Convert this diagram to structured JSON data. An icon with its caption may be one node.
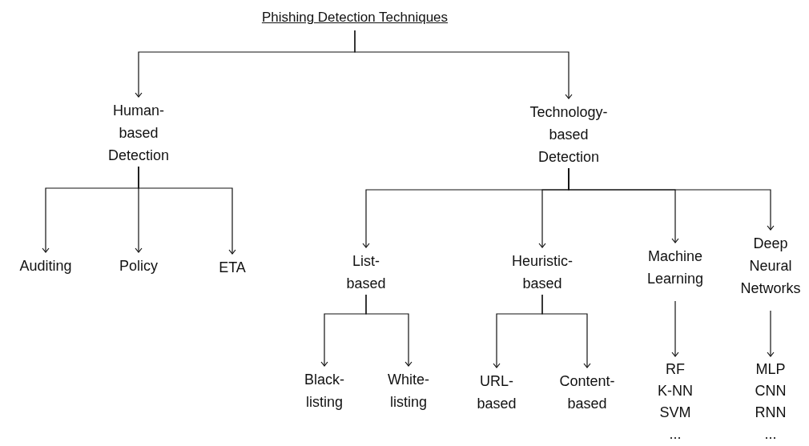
{
  "diagram": {
    "nodes": [
      {
        "text": [
          "Phishing Detection Techniques"
        ]
      },
      {
        "text": [
          "Human-based Detection"
        ]
      },
      {
        "text": [
          "Technology-based Detection"
        ]
      },
      {
        "text": [
          "Auditing"
        ]
      },
      {
        "text": [
          "Policy"
        ]
      },
      {
        "text": [
          "ETA"
        ]
      },
      {
        "text": [
          "List-based"
        ]
      },
      {
        "text": [
          "Heuristic-based"
        ]
      },
      {
        "text": [
          "Machine Learning"
        ]
      },
      {
        "text": [
          "Deep Neural Networks"
        ]
      },
      {
        "text": [
          "Black-listing"
        ]
      },
      {
        "text": [
          "White-listing"
        ]
      },
      {
        "text": [
          "URL-based"
        ]
      },
      {
        "text": [
          "Content-based"
        ]
      },
      {
        "text": [
          "RF",
          "K-NN",
          "SVM",
          "..."
        ]
      },
      {
        "text": [
          "MLP",
          "CNN",
          "RNN",
          "..."
        ]
      }
    ],
    "edges": [
      {
        "from": 0,
        "to": 1,
        "arrow": "to"
      },
      {
        "from": 0,
        "to": 2,
        "arrow": "to"
      },
      {
        "from": 1,
        "to": 3,
        "arrow": "to"
      },
      {
        "from": 1,
        "to": 4,
        "arrow": "to"
      },
      {
        "from": 1,
        "to": 5,
        "arrow": "to"
      },
      {
        "from": 2,
        "to": 6,
        "arrow": "to"
      },
      {
        "from": 2,
        "to": 7,
        "arrow": "to"
      },
      {
        "from": 2,
        "to": 8,
        "arrow": "to"
      },
      {
        "from": 2,
        "to": 9,
        "arrow": "to"
      },
      {
        "from": 6,
        "to": 10,
        "arrow": "to"
      },
      {
        "from": 6,
        "to": 11,
        "arrow": "to"
      },
      {
        "from": 7,
        "to": 12,
        "arrow": "to"
      },
      {
        "from": 7,
        "to": 13,
        "arrow": "to"
      },
      {
        "from": 8,
        "to": 14,
        "arrow": "to"
      },
      {
        "from": 9,
        "to": 15,
        "arrow": "to"
      }
    ]
  }
}
